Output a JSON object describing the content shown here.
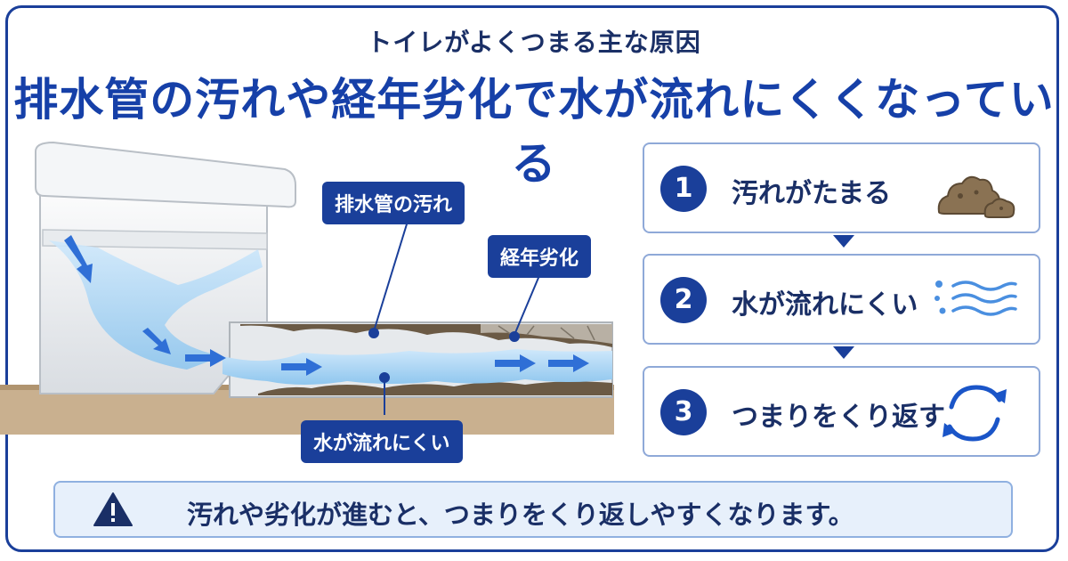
{
  "header": {
    "subtitle": "トイレがよくつまる主な原因",
    "title": "排水管の汚れや経年劣化で水が流れにくくなっている"
  },
  "illustration": {
    "callouts": {
      "dirt": "排水管の汚れ",
      "aging": "経年劣化",
      "flow": "水が流れにくい"
    }
  },
  "steps": [
    {
      "number": "1",
      "label": "汚れがたまる",
      "icon": "dirt-pile-icon"
    },
    {
      "number": "2",
      "label": "水が流れにくい",
      "icon": "water-flow-icon"
    },
    {
      "number": "3",
      "label": "つまりをくり返す",
      "icon": "cycle-arrows-icon"
    }
  ],
  "warning": {
    "icon": "warning-icon",
    "text": "汚れや劣化が進むと、つまりをくり返しやすくなります。"
  },
  "colors": {
    "primary": "#1a3f9a",
    "title": "#1640a8",
    "text": "#1a2f66",
    "water": "#a9d6f5",
    "dirt": "#6b5a45",
    "warning_bg": "#e7f0fb"
  }
}
